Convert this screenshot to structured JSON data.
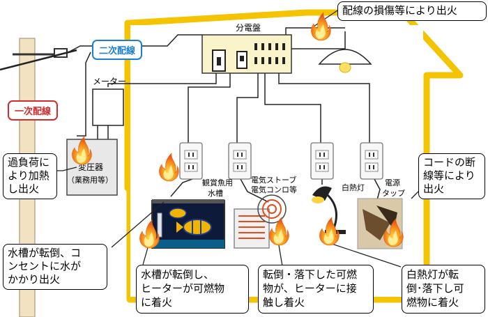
{
  "labels": {
    "distribution_board": "分電盤",
    "meter": "メーター",
    "transformer_line1": "変圧器",
    "transformer_line2": "（業務用等）",
    "aquarium_line1": "観賞魚用",
    "aquarium_line2": "水槽",
    "stove_line1": "電気ストーブ",
    "stove_line2": "電気コンロ等",
    "bulb": "白熱灯",
    "tap_line1": "電源",
    "tap_line2": "タップ"
  },
  "tags": {
    "secondary_wiring": "二次配線",
    "primary_wiring": "一次配線"
  },
  "callouts": {
    "wiring_damage": "配線の損傷等により出火",
    "overload": [
      "過負荷に",
      "より加熱",
      "し出火"
    ],
    "cord_break": [
      "コードの断",
      "線等により",
      "出火"
    ],
    "tank_water": [
      "水槽が転倒、コ",
      "ンセントに水が",
      "かかり出火"
    ],
    "tank_heater": [
      "水槽が転倒し、",
      "ヒーターが可燃物",
      "に着火"
    ],
    "stove_fire": [
      "転倒・落下した可燃",
      "物が、ヒーターに接",
      "触し着火"
    ],
    "bulb_fire": [
      "白熱灯が転",
      "倒･落下し可",
      "燃物に着火"
    ]
  },
  "colors": {
    "house_border": "#f5b800",
    "secondary_tag": "#1a7fd0",
    "primary_tag": "#d12b2b",
    "board_fill": "#fbf3c9",
    "flame": "#f07b1b"
  }
}
